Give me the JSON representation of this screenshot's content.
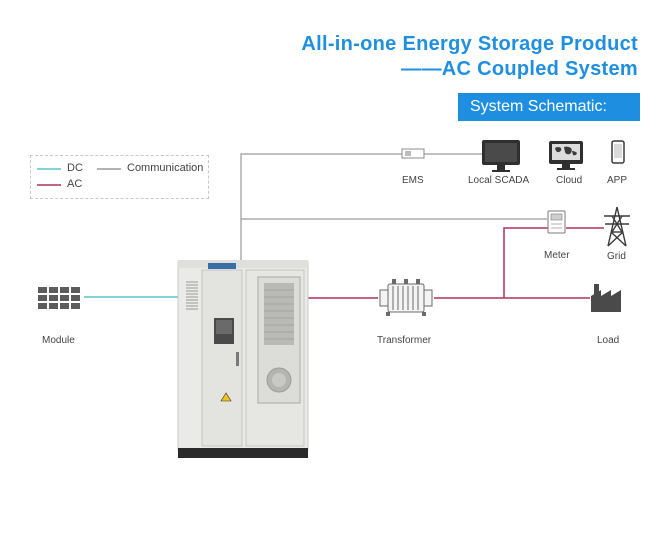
{
  "header": {
    "title_line1": "All-in-one Energy Storage Product",
    "title_line2": "——AC Coupled System",
    "banner": "System Schematic:"
  },
  "legend": {
    "dc": "DC",
    "ac": "AC",
    "communication": "Communication"
  },
  "labels": {
    "ems": "EMS",
    "scada": "Local SCADA",
    "cloud": "Cloud",
    "app": "APP",
    "meter": "Meter",
    "grid": "Grid",
    "module": "Module",
    "transformer": "Transformer",
    "load": "Load"
  },
  "colors": {
    "dc": "#5bc3c8",
    "ac": "#b0305e",
    "communication": "#9a9a9a",
    "accent": "#1e8fe0"
  },
  "icons": [
    "battery-module-icon",
    "cabinet-icon",
    "transformer-icon",
    "ems-icon",
    "monitor-icon",
    "cloud-map-icon",
    "phone-icon",
    "meter-icon",
    "transmission-tower-icon",
    "factory-icon"
  ]
}
